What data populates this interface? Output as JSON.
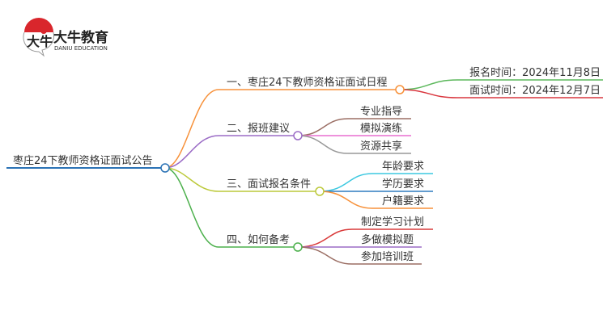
{
  "logo": {
    "name": "大牛教育",
    "sub": "DANIU EDUCATION",
    "mark": "大牛"
  },
  "root": {
    "label": "枣庄24下教师资格证面试公告",
    "color": "#2a72b5"
  },
  "branches": [
    {
      "label": "一、枣庄24下教师资格证面试日程",
      "color": "#f7913a",
      "leaves": [
        {
          "label": "报名时间：2024年11月8日",
          "color": "#5cb85c"
        },
        {
          "label": "面试时间：2024年12月7日",
          "color": "#d9363e"
        }
      ]
    },
    {
      "label": "二、报班建议",
      "color": "#9b6cc6",
      "leaves": [
        {
          "label": "专业指导",
          "color": "#9b6e64"
        },
        {
          "label": "模拟演练",
          "color": "#e86ed0"
        },
        {
          "label": "资源共享",
          "color": "#999999"
        }
      ]
    },
    {
      "label": "三、面试报名条件",
      "color": "#bcc93a",
      "leaves": [
        {
          "label": "年龄要求",
          "color": "#3cc8e0"
        },
        {
          "label": "学历要求",
          "color": "#2e7bbf"
        },
        {
          "label": "户籍要求",
          "color": "#f7913a"
        }
      ]
    },
    {
      "label": "四、如何备考",
      "color": "#4cb04c",
      "leaves": [
        {
          "label": "制定学习计划",
          "color": "#d93a3a"
        },
        {
          "label": "多做模拟题",
          "color": "#9b6cc6"
        },
        {
          "label": "参加培训班",
          "color": "#9b6e64"
        }
      ]
    }
  ]
}
